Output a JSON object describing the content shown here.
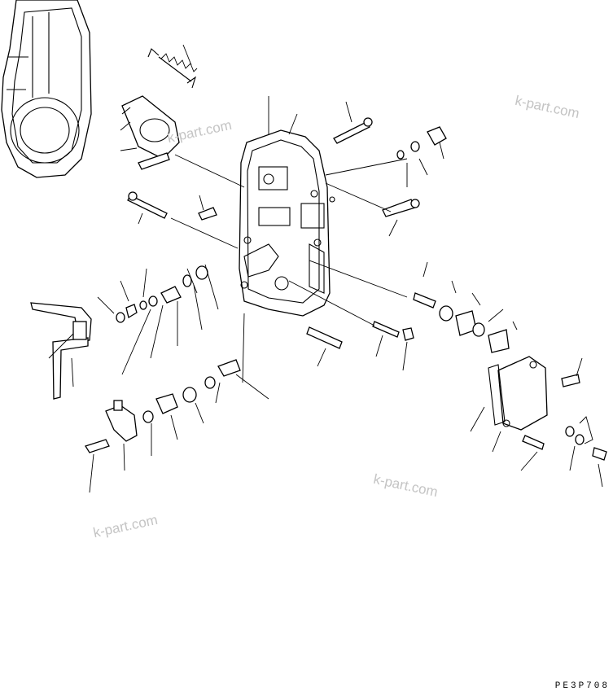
{
  "watermarks": [
    "k-part.com",
    "k-part.com",
    "k-part.com",
    "k-part.com"
  ],
  "drawing_code": "PE3P708",
  "colors": {
    "line": "#000000",
    "watermark": "#c4c4c4",
    "background": "#ffffff"
  }
}
